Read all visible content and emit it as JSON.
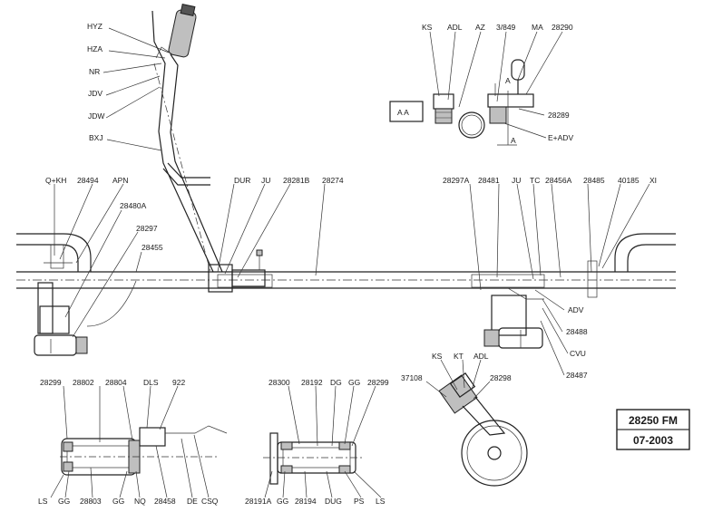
{
  "labels": {
    "hyz": "HYZ",
    "hza": "HZA",
    "nr": "NR",
    "jdv": "JDV",
    "jdw": "JDW",
    "bxj": "BXJ",
    "qkh": "Q+KH",
    "p28494": "28494",
    "apn": "APN",
    "p28480a": "28480A",
    "p28297": "28297",
    "p28455": "28455",
    "dur": "DUR",
    "ju1": "JU",
    "p28281b": "28281B",
    "p28274": "28274",
    "p28297a": "28297A",
    "p28481": "28481",
    "ju2": "JU",
    "tc": "TC",
    "p28456a": "28456A",
    "p28485": "28485",
    "p40185": "40185",
    "xi": "XI",
    "adv": "ADV",
    "p28488": "28488",
    "cvu": "CVU",
    "p28487": "28487",
    "ks1": "KS",
    "adl1": "ADL",
    "az": "AZ",
    "p3849": "3/849",
    "ma": "MA",
    "p28290": "28290",
    "aa": "A A",
    "secA1": "A",
    "secA2": "A",
    "p28289": "28289",
    "eadv": "E+ADV",
    "ks2": "KS",
    "kt": "KT",
    "adl2": "ADL",
    "p37108": "37108",
    "p28298": "28298",
    "p28299a": "28299",
    "p28802": "28802",
    "p28804": "28804",
    "dls": "DLS",
    "p922": "922",
    "ls1": "LS",
    "gg1": "GG",
    "p28803": "28803",
    "gg2": "GG",
    "nq": "NQ",
    "p28458": "28458",
    "de": "DE",
    "csq": "CSQ",
    "p28300": "28300",
    "p28192": "28192",
    "dg": "DG",
    "gg3": "GG",
    "p28299b": "28299",
    "p28191a": "28191A",
    "gg4": "GG",
    "p28194": "28194",
    "dug": "DUG",
    "ps": "PS",
    "ls2": "LS"
  },
  "title_block": {
    "drawing_no": "28250  FM",
    "date": "07-2003"
  }
}
